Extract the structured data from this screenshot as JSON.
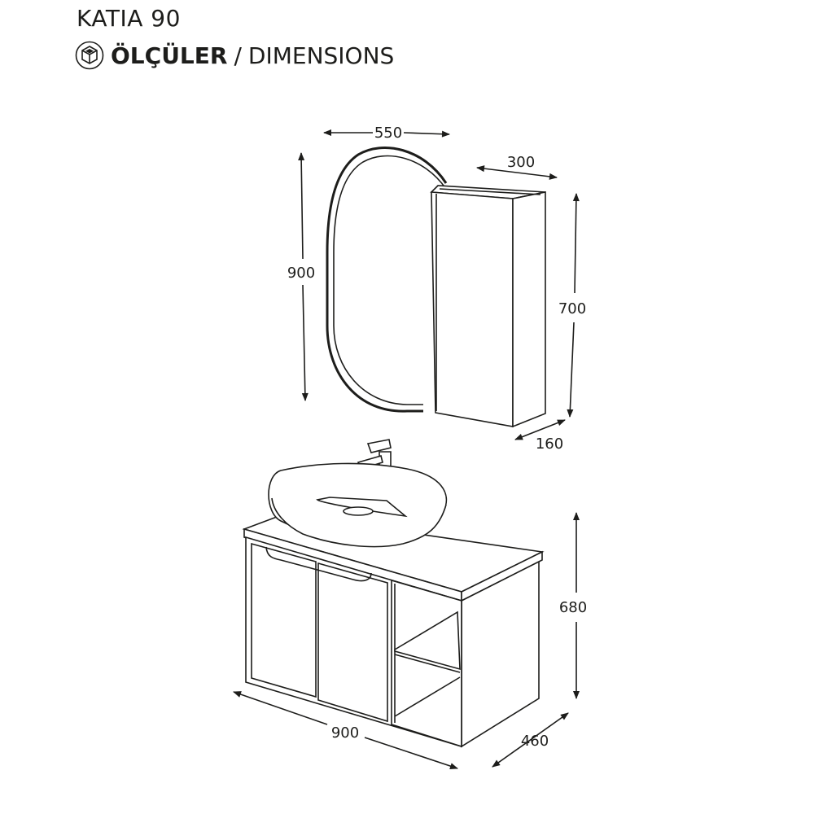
{
  "product": {
    "title": "KATIA 90",
    "subtitle_bold": "ÖLÇÜLER",
    "subtitle_separator": "/",
    "subtitle_regular": "DIMENSIONS"
  },
  "icons": {
    "logo": "cube-icon"
  },
  "dimensions": {
    "mirror_width": "550",
    "mirror_height": "900",
    "wall_cabinet_width": "300",
    "wall_cabinet_height": "700",
    "wall_cabinet_depth": "160",
    "vanity_width": "900",
    "vanity_height": "680",
    "vanity_depth": "460"
  },
  "colors": {
    "line": "#1d1d1b",
    "background": "#ffffff"
  }
}
